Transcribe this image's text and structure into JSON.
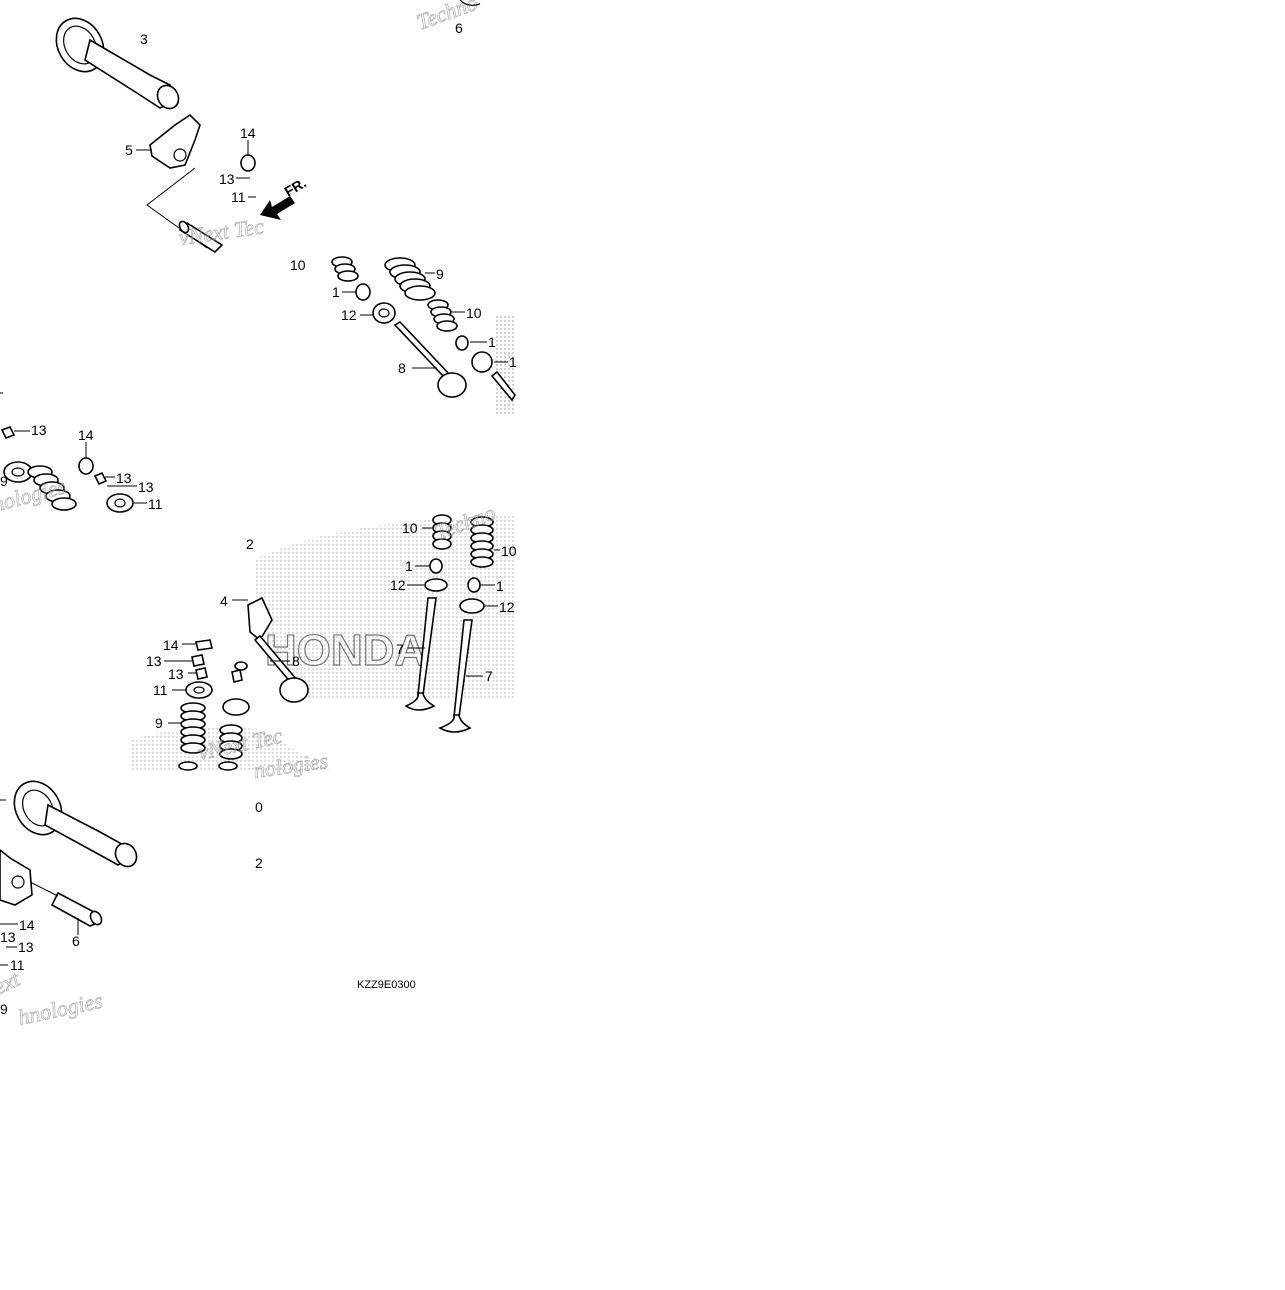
{
  "diagram": {
    "code": "KZZ9E0300",
    "front_arrow_label": "FR.",
    "watermark_a": "Techno",
    "watermark_b": "vNext Tec",
    "watermark_c": "nologies",
    "watermark_d": "Technologies",
    "watermark_e": "hnologies",
    "watermark_f": "ext",
    "brand_logo_text": "HONDA",
    "callouts": [
      "3",
      "5",
      "14",
      "13",
      "11",
      "6",
      "10",
      "9",
      "1",
      "12",
      "8",
      "10",
      "1",
      "1",
      "13",
      "14",
      "13",
      "13",
      "11",
      "9",
      "2",
      "4",
      "2",
      "8",
      "14",
      "13",
      "13",
      "11",
      "9",
      "10",
      "10",
      "1",
      "12",
      "1",
      "12",
      "7",
      "7",
      "0",
      "2",
      "14",
      "13",
      "13",
      "6",
      "11",
      "9"
    ]
  }
}
